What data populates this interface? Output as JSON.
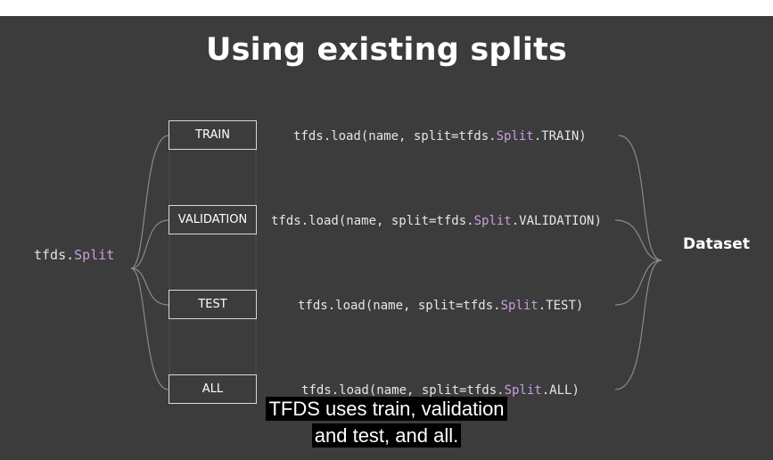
{
  "slide": {
    "title": "Using existing splits",
    "source_label": {
      "prefix": "tfds.",
      "highlight": "Split"
    },
    "splits": [
      {
        "label": "TRAIN",
        "code_prefix": "tfds.load(name, split=tfds.",
        "code_highlight": "Split",
        "code_suffix": ".TRAIN)"
      },
      {
        "label": "VALIDATION",
        "code_prefix": "tfds.load(name, split=tfds.",
        "code_highlight": "Split",
        "code_suffix": ".VALIDATION)"
      },
      {
        "label": "TEST",
        "code_prefix": "tfds.load(name, split=tfds.",
        "code_highlight": "Split",
        "code_suffix": ".TEST)"
      },
      {
        "label": "ALL",
        "code_prefix": "tfds.load(name, split=tfds.",
        "code_highlight": "Split",
        "code_suffix": ".ALL)"
      }
    ],
    "target_label": "Dataset"
  },
  "caption": {
    "line1": "TFDS uses train, validation",
    "line2": "and test, and all."
  },
  "colors": {
    "background": "#3c3c3c",
    "highlight": "#c89ee0"
  }
}
